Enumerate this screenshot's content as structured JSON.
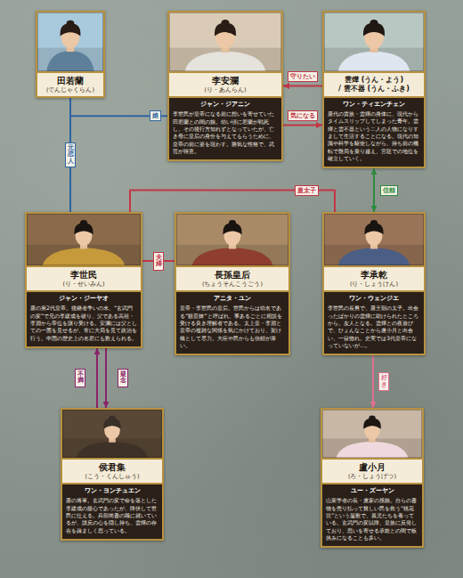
{
  "diagram": {
    "nodes": [
      {
        "text": [
          "田若蘭",
          "(でんじゃくらん)"
        ]
      },
      {
        "text": [
          "李安瀾",
          "(り・あんらん)",
          "ジャン・ジアニン",
          "李世民が皇帝になる前に想いを寄せていた田若蘭との間の娘。幼い頃に若蘭が戦死し、その後行方知れずとなっていたが、亡き母に皇后の身分を与えてもらうために、皇帝の前に姿を現わす。勝気な性格で、武芸が得意。"
        ]
      },
      {
        "text": [
          "雲燁 (うん・よう)",
          "/ 雲不器 (うん・ふき)",
          "ワン・ティエンチェン",
          "唐代の貴族・雲燁の身体に、現代からタイムスリップしてしまった青年。雲燁と雲不器という二人の人物になりすまして生活することになる。現代の知識や科学を駆使しながら、持ち前の機転で難局を乗り越え、宮廷での地位を確立していく。"
        ]
      },
      {
        "text": [
          "李世民",
          "(り・せいみん)",
          "ジャン・ジーヤオ",
          "唐の第2代皇帝。後継者争いの末、“玄武門の変”で兄の李建成を破り、父である高祖・李淵から帝位を譲り受ける。安瀾には父としての一面を見せるが、常に大局を見て政治を行う。中国の歴史上の名君にも数えられる。"
        ]
      },
      {
        "text": [
          "長孫皇后",
          "(ちょうそんこうごう)",
          "アニタ・ユン",
          "皇帝・李世民の皇后。世民からは幼名である“観音婢”と呼ばれ、事あるごとに相談を受ける良き理解者である。太上皇・李淵と皇帝の複雑な関係を気にかけており、架け橋として尽力。大臣や民からも信頼が厚い。"
        ]
      },
      {
        "text": [
          "李承乾",
          "(り・しょうけん)",
          "ワン・ウェンジエ",
          "李世民の長男で、唐王朝の太子。出会ったばかりの雲燁に助けられたところから、友人となる。雲燁との夜遊びで、ひょんなことから盧小月と出会い、一目惚れ。史実では3代皇帝になっていないが…。"
        ]
      },
      {
        "text": [
          "侯君集",
          "(こう・くんしゅう)",
          "ワン・ヨンチュエン",
          "唐の将軍。玄武門の変で命を落とした李建成の腹心であったが、降伏して世民に仕える。兵部尚書の職に就いているが、謀反の心を隠し持ち、雲燁の存在を疎ましく思っている。"
        ]
      },
      {
        "text": [
          "盧小月",
          "(ろ・しょうげつ)",
          "ユー・ズーヤン",
          "山東学者の長・盧家の孫娘。自らの書物を売り払って貧しい民を救う“桃花坊”という屋敷で、孤児たちを養っている。玄武門の変以降、皇族に反発しており、思いを寄せる承乾との間で板挟みになることも多い。"
        ]
      }
    ],
    "edges": [
      {
        "from": 0,
        "to": 1,
        "label": "娘",
        "arrow": "none"
      },
      {
        "from": 0,
        "to": 3,
        "label": "元恋人",
        "arrow": "none"
      },
      {
        "from": 2,
        "to": 1,
        "label": "守りたい",
        "arrow": "to"
      },
      {
        "from": 1,
        "to": 2,
        "label": "気になる",
        "arrow": "to"
      },
      {
        "from": 2,
        "to": 5,
        "label": "信頼",
        "arrow": "both"
      },
      {
        "from": 3,
        "to": 4,
        "label": "夫婦",
        "arrow": "none"
      },
      {
        "from": 3,
        "to": 5,
        "label": "皇太子",
        "arrow": "none"
      },
      {
        "from": 6,
        "to": 3,
        "label": "不満",
        "arrow": "to"
      },
      {
        "from": 3,
        "to": 6,
        "label": "疑念",
        "arrow": "to"
      },
      {
        "from": 5,
        "to": 7,
        "label": "好き",
        "arrow": "to"
      }
    ]
  }
}
